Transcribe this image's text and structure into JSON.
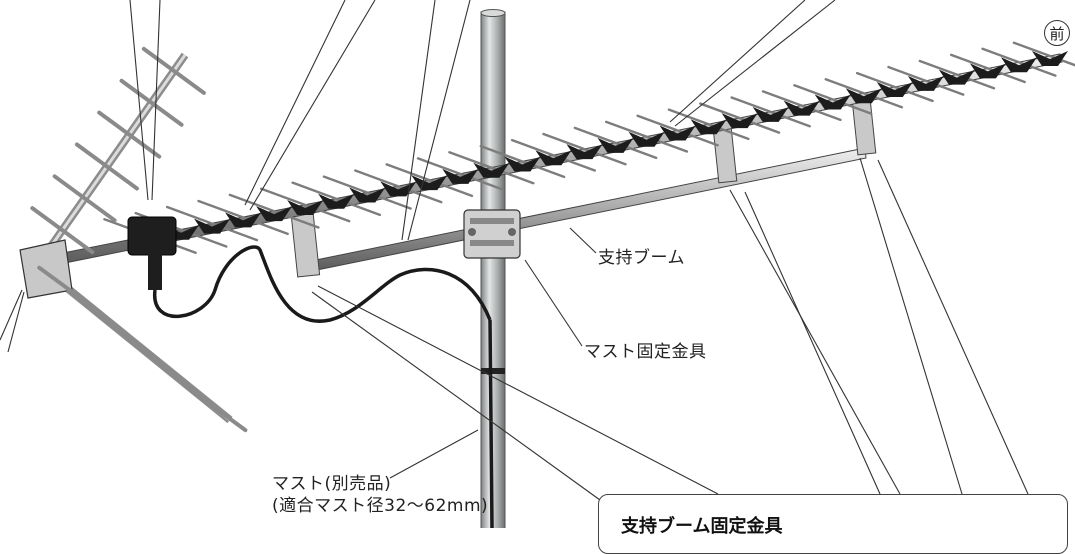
{
  "labels": {
    "front": "前",
    "boom_support": "支持ブーム",
    "mast_bracket": "マスト固定金具",
    "mast_line1": "マスト(別売品)",
    "mast_line2": "(適合マスト径32〜62mm)",
    "detail_box_title": "支持ブーム固定金具"
  },
  "colors": {
    "leader": "#333333",
    "boom_dark": "#5f5f5f",
    "boom_light": "#d6d6d6",
    "element": "#8a8a8a",
    "clip": "#1c1c1c",
    "mast": "#b9bcbc"
  }
}
